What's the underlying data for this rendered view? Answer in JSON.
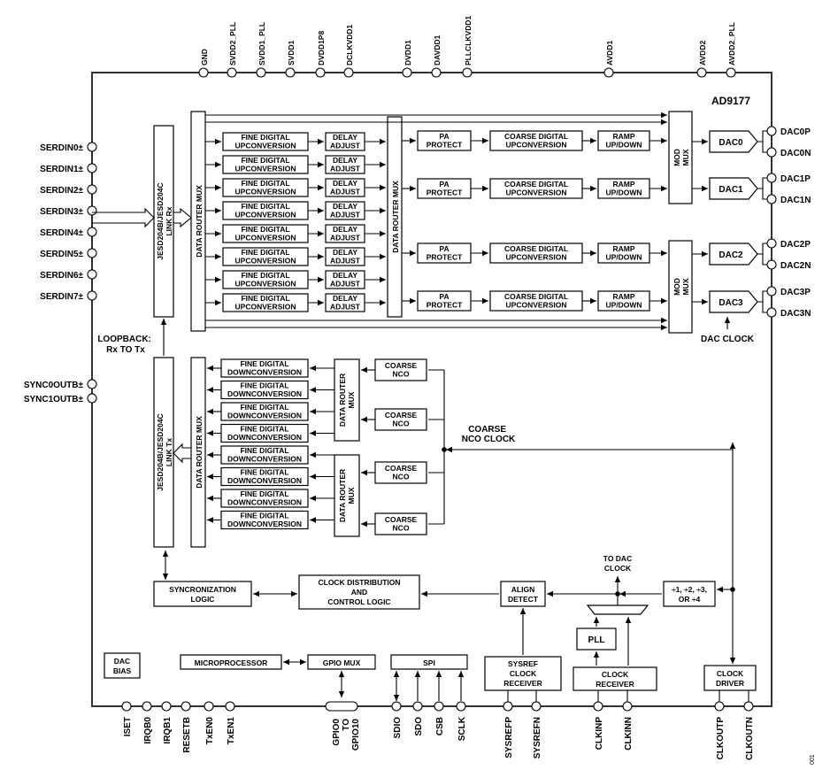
{
  "chip_name": "AD9177",
  "figure_number": "001",
  "top_pins": [
    "GND",
    "SVDD2_PLL",
    "SVDD1_PLL",
    "SVDD1",
    "DVDD1P8",
    "DCLKVDD1",
    "DVDD1",
    "DAVDD1",
    "PLLCLKVDD1",
    "AVDD1",
    "AVDD2",
    "AVDD2_PLL"
  ],
  "left_pins_serdin": [
    "SERDIN0±",
    "SERDIN1±",
    "SERDIN2±",
    "SERDIN3±",
    "SERDIN4±",
    "SERDIN5±",
    "SERDIN6±",
    "SERDIN7±"
  ],
  "left_pins_sync": [
    "SYNC0OUTB±",
    "SYNC1OUTB±"
  ],
  "right_pins": [
    "DAC0P",
    "DAC0N",
    "DAC1P",
    "DAC1N",
    "DAC2P",
    "DAC2N",
    "DAC3P",
    "DAC3N"
  ],
  "bottom_pins": [
    "ISET",
    "IRQB0",
    "IRQB1",
    "RESETB",
    "TxEN0",
    "TxEN1",
    "GPIO0 TO GPIO10",
    "SDIO",
    "SDO",
    "CSB",
    "SCLK",
    "SYSREFP",
    "SYSREFN",
    "CLKINP",
    "CLKINN",
    "CLKOUTP",
    "CLKOUTN"
  ],
  "blocks": {
    "link_rx": "JESD204B/JESD204C LINK Rx",
    "link_tx": "JESD204B/JESD204C LINK Tx",
    "loopback": [
      "LOOPBACK:",
      "Rx TO Tx"
    ],
    "data_router_mux": "DATA ROUTER MUX",
    "data_router_mux_small": [
      "DATA ROUTER",
      "MUX"
    ],
    "fine_up": [
      "FINE DIGITAL",
      "UPCONVERSION"
    ],
    "delay_adjust": [
      "DELAY",
      "ADJUST"
    ],
    "pa_protect": [
      "PA",
      "PROTECT"
    ],
    "coarse_up": [
      "COARSE DIGITAL",
      "UPCONVERSION"
    ],
    "ramp": [
      "RAMP",
      "UP/DOWN"
    ],
    "mod_mux": [
      "MOD",
      "MUX"
    ],
    "dacs": [
      "DAC0",
      "DAC1",
      "DAC2",
      "DAC3"
    ],
    "dac_clock": "DAC CLOCK",
    "fine_down": [
      "FINE DIGITAL",
      "DOWNCONVERSION"
    ],
    "coarse_nco": [
      "COARSE",
      "NCO"
    ],
    "coarse_nco_clock": [
      "COARSE",
      "NCO CLOCK"
    ],
    "sync_logic": [
      "SYNCRONIZATION",
      "LOGIC"
    ],
    "clock_dist": [
      "CLOCK DISTRIBUTION",
      "AND",
      "CONTROL LOGIC"
    ],
    "align_detect": [
      "ALIGN",
      "DETECT"
    ],
    "to_dac_clock": [
      "TO DAC",
      "CLOCK"
    ],
    "divider": [
      "÷1, ÷2, ÷3,",
      "OR ÷4"
    ],
    "pll": "PLL",
    "dac_bias": [
      "DAC",
      "BIAS"
    ],
    "microprocessor": "MICROPROCESSOR",
    "gpio_mux": "GPIO MUX",
    "spi": "SPI",
    "sysref_rx": [
      "SYSREF",
      "CLOCK",
      "RECEIVER"
    ],
    "clock_rx": [
      "CLOCK",
      "RECEIVER"
    ],
    "clock_driver": [
      "CLOCK",
      "DRIVER"
    ]
  }
}
